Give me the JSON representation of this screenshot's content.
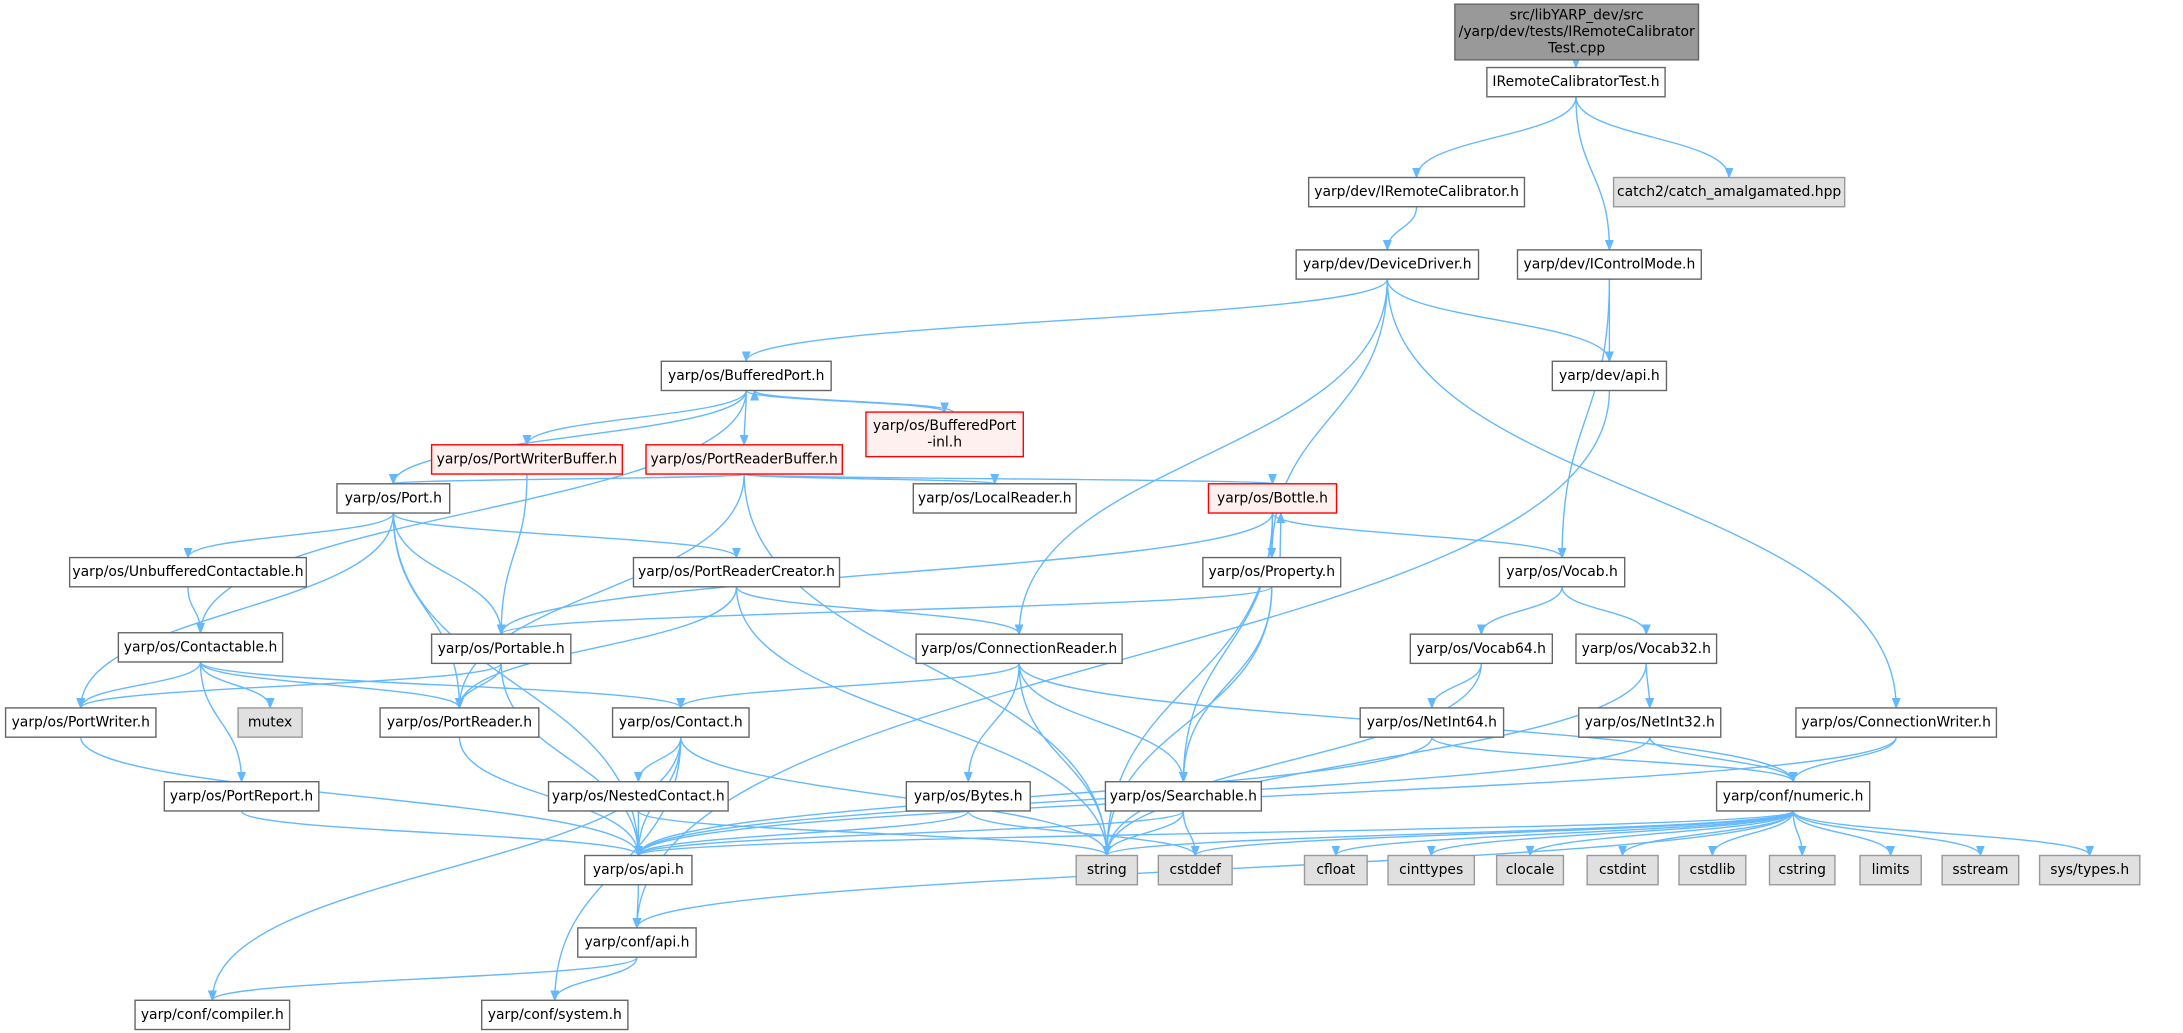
{
  "graph": {
    "edge_color": "#63b8ff",
    "nodes": [
      {
        "id": "main",
        "lines": [
          "src/libYARP_dev/src",
          "/yarp/dev/tests/IRemoteCalibrator",
          "Test.cpp"
        ],
        "kind": "root"
      },
      {
        "id": "irct",
        "lines": [
          "IRemoteCalibratorTest.h"
        ],
        "kind": "normal"
      },
      {
        "id": "irc",
        "lines": [
          "yarp/dev/IRemoteCalibrator.h"
        ],
        "kind": "normal"
      },
      {
        "id": "catch2",
        "lines": [
          "catch2/catch_amalgamated.hpp"
        ],
        "kind": "external"
      },
      {
        "id": "devdrv",
        "lines": [
          "yarp/dev/DeviceDriver.h"
        ],
        "kind": "normal"
      },
      {
        "id": "icm",
        "lines": [
          "yarp/dev/IControlMode.h"
        ],
        "kind": "normal"
      },
      {
        "id": "bport",
        "lines": [
          "yarp/os/BufferedPort.h"
        ],
        "kind": "normal"
      },
      {
        "id": "devapi",
        "lines": [
          "yarp/dev/api.h"
        ],
        "kind": "normal"
      },
      {
        "id": "pwb",
        "lines": [
          "yarp/os/PortWriterBuffer.h"
        ],
        "kind": "missing"
      },
      {
        "id": "prb",
        "lines": [
          "yarp/os/PortReaderBuffer.h"
        ],
        "kind": "missing"
      },
      {
        "id": "bpinl",
        "lines": [
          "yarp/os/BufferedPort",
          "-inl.h"
        ],
        "kind": "missing"
      },
      {
        "id": "port",
        "lines": [
          "yarp/os/Port.h"
        ],
        "kind": "normal"
      },
      {
        "id": "localr",
        "lines": [
          "yarp/os/LocalReader.h"
        ],
        "kind": "normal"
      },
      {
        "id": "bottle",
        "lines": [
          "yarp/os/Bottle.h"
        ],
        "kind": "missing"
      },
      {
        "id": "ucont",
        "lines": [
          "yarp/os/UnbufferedContactable.h"
        ],
        "kind": "normal"
      },
      {
        "id": "prc",
        "lines": [
          "yarp/os/PortReaderCreator.h"
        ],
        "kind": "normal"
      },
      {
        "id": "prop",
        "lines": [
          "yarp/os/Property.h"
        ],
        "kind": "normal"
      },
      {
        "id": "vocab",
        "lines": [
          "yarp/os/Vocab.h"
        ],
        "kind": "normal"
      },
      {
        "id": "contactable",
        "lines": [
          "yarp/os/Contactable.h"
        ],
        "kind": "normal"
      },
      {
        "id": "portable",
        "lines": [
          "yarp/os/Portable.h"
        ],
        "kind": "normal"
      },
      {
        "id": "connr",
        "lines": [
          "yarp/os/ConnectionReader.h"
        ],
        "kind": "normal"
      },
      {
        "id": "vocab64",
        "lines": [
          "yarp/os/Vocab64.h"
        ],
        "kind": "normal"
      },
      {
        "id": "vocab32",
        "lines": [
          "yarp/os/Vocab32.h"
        ],
        "kind": "normal"
      },
      {
        "id": "pwriter",
        "lines": [
          "yarp/os/PortWriter.h"
        ],
        "kind": "normal"
      },
      {
        "id": "mutex",
        "lines": [
          "mutex"
        ],
        "kind": "external"
      },
      {
        "id": "preader",
        "lines": [
          "yarp/os/PortReader.h"
        ],
        "kind": "normal"
      },
      {
        "id": "contact",
        "lines": [
          "yarp/os/Contact.h"
        ],
        "kind": "normal"
      },
      {
        "id": "netint64",
        "lines": [
          "yarp/os/NetInt64.h"
        ],
        "kind": "normal"
      },
      {
        "id": "netint32",
        "lines": [
          "yarp/os/NetInt32.h"
        ],
        "kind": "normal"
      },
      {
        "id": "connw",
        "lines": [
          "yarp/os/ConnectionWriter.h"
        ],
        "kind": "normal"
      },
      {
        "id": "preport",
        "lines": [
          "yarp/os/PortReport.h"
        ],
        "kind": "normal"
      },
      {
        "id": "nested",
        "lines": [
          "yarp/os/NestedContact.h"
        ],
        "kind": "normal"
      },
      {
        "id": "bytes",
        "lines": [
          "yarp/os/Bytes.h"
        ],
        "kind": "normal"
      },
      {
        "id": "search",
        "lines": [
          "yarp/os/Searchable.h"
        ],
        "kind": "normal"
      },
      {
        "id": "numeric",
        "lines": [
          "yarp/conf/numeric.h"
        ],
        "kind": "normal"
      },
      {
        "id": "osapi",
        "lines": [
          "yarp/os/api.h"
        ],
        "kind": "normal"
      },
      {
        "id": "string",
        "lines": [
          "string"
        ],
        "kind": "external"
      },
      {
        "id": "cstddef",
        "lines": [
          "cstddef"
        ],
        "kind": "external"
      },
      {
        "id": "cfloat",
        "lines": [
          "cfloat"
        ],
        "kind": "external"
      },
      {
        "id": "cinttypes",
        "lines": [
          "cinttypes"
        ],
        "kind": "external"
      },
      {
        "id": "clocale",
        "lines": [
          "clocale"
        ],
        "kind": "external"
      },
      {
        "id": "cstdint",
        "lines": [
          "cstdint"
        ],
        "kind": "external"
      },
      {
        "id": "cstdlib",
        "lines": [
          "cstdlib"
        ],
        "kind": "external"
      },
      {
        "id": "cstring",
        "lines": [
          "cstring"
        ],
        "kind": "external"
      },
      {
        "id": "limits",
        "lines": [
          "limits"
        ],
        "kind": "external"
      },
      {
        "id": "sstream",
        "lines": [
          "sstream"
        ],
        "kind": "external"
      },
      {
        "id": "systypes",
        "lines": [
          "sys/types.h"
        ],
        "kind": "external"
      },
      {
        "id": "confapi",
        "lines": [
          "yarp/conf/api.h"
        ],
        "kind": "normal"
      },
      {
        "id": "compiler",
        "lines": [
          "yarp/conf/compiler.h"
        ],
        "kind": "normal"
      },
      {
        "id": "system",
        "lines": [
          "yarp/conf/system.h"
        ],
        "kind": "normal"
      }
    ],
    "edges": [
      [
        "main",
        "irct"
      ],
      [
        "irct",
        "irc"
      ],
      [
        "irct",
        "catch2"
      ],
      [
        "irct",
        "icm"
      ],
      [
        "irc",
        "devdrv"
      ],
      [
        "devdrv",
        "bport"
      ],
      [
        "devdrv",
        "devapi"
      ],
      [
        "devdrv",
        "connr"
      ],
      [
        "devdrv",
        "prop"
      ],
      [
        "devdrv",
        "connw"
      ],
      [
        "icm",
        "devapi"
      ],
      [
        "icm",
        "vocab"
      ],
      [
        "devapi",
        "confapi"
      ],
      [
        "bport",
        "pwb"
      ],
      [
        "bport",
        "prb"
      ],
      [
        "bport",
        "bpinl"
      ],
      [
        "bport",
        "port"
      ],
      [
        "bport",
        "contactable"
      ],
      [
        "bpinl",
        "bport"
      ],
      [
        "pwb",
        "portable"
      ],
      [
        "prb",
        "port"
      ],
      [
        "prb",
        "localr"
      ],
      [
        "prb",
        "bottle"
      ],
      [
        "prb",
        "preader"
      ],
      [
        "prb",
        "string"
      ],
      [
        "port",
        "ucont"
      ],
      [
        "port",
        "prc"
      ],
      [
        "port",
        "portable"
      ],
      [
        "port",
        "preader"
      ],
      [
        "port",
        "pwriter"
      ],
      [
        "port",
        "osapi"
      ],
      [
        "bottle",
        "portable"
      ],
      [
        "bottle",
        "prop"
      ],
      [
        "bottle",
        "vocab"
      ],
      [
        "bottle",
        "search"
      ],
      [
        "bottle",
        "string"
      ],
      [
        "prop",
        "bottle"
      ],
      [
        "prop",
        "portable"
      ],
      [
        "prop",
        "search"
      ],
      [
        "prop",
        "string"
      ],
      [
        "vocab",
        "vocab64"
      ],
      [
        "vocab",
        "vocab32"
      ],
      [
        "ucont",
        "contactable"
      ],
      [
        "prc",
        "connr"
      ],
      [
        "prc",
        "preader"
      ],
      [
        "prc",
        "string"
      ],
      [
        "contactable",
        "pwriter"
      ],
      [
        "contactable",
        "mutex"
      ],
      [
        "contactable",
        "preader"
      ],
      [
        "contactable",
        "contact"
      ],
      [
        "contactable",
        "preport"
      ],
      [
        "portable",
        "pwriter"
      ],
      [
        "portable",
        "preader"
      ],
      [
        "portable",
        "osapi"
      ],
      [
        "connr",
        "contact"
      ],
      [
        "connr",
        "bytes"
      ],
      [
        "connr",
        "search"
      ],
      [
        "connr",
        "string"
      ],
      [
        "connr",
        "numeric"
      ],
      [
        "vocab64",
        "netint64"
      ],
      [
        "vocab64",
        "string"
      ],
      [
        "vocab32",
        "netint32"
      ],
      [
        "vocab32",
        "string"
      ],
      [
        "pwriter",
        "osapi"
      ],
      [
        "preader",
        "osapi"
      ],
      [
        "contact",
        "nested"
      ],
      [
        "contact",
        "osapi"
      ],
      [
        "contact",
        "string"
      ],
      [
        "contact",
        "compiler"
      ],
      [
        "contact",
        "system"
      ],
      [
        "netint64",
        "osapi"
      ],
      [
        "netint64",
        "numeric"
      ],
      [
        "netint32",
        "osapi"
      ],
      [
        "netint32",
        "numeric"
      ],
      [
        "connw",
        "numeric"
      ],
      [
        "connw",
        "osapi"
      ],
      [
        "preport",
        "osapi"
      ],
      [
        "nested",
        "osapi"
      ],
      [
        "nested",
        "string"
      ],
      [
        "bytes",
        "osapi"
      ],
      [
        "bytes",
        "cstddef"
      ],
      [
        "search",
        "osapi"
      ],
      [
        "search",
        "string"
      ],
      [
        "search",
        "cstddef"
      ],
      [
        "numeric",
        "osapi"
      ],
      [
        "numeric",
        "string"
      ],
      [
        "numeric",
        "cstddef"
      ],
      [
        "numeric",
        "cfloat"
      ],
      [
        "numeric",
        "cinttypes"
      ],
      [
        "numeric",
        "clocale"
      ],
      [
        "numeric",
        "cstdint"
      ],
      [
        "numeric",
        "cstdlib"
      ],
      [
        "numeric",
        "cstring"
      ],
      [
        "numeric",
        "limits"
      ],
      [
        "numeric",
        "sstream"
      ],
      [
        "numeric",
        "systypes"
      ],
      [
        "numeric",
        "confapi"
      ],
      [
        "osapi",
        "confapi"
      ],
      [
        "confapi",
        "compiler"
      ],
      [
        "confapi",
        "system"
      ]
    ]
  }
}
